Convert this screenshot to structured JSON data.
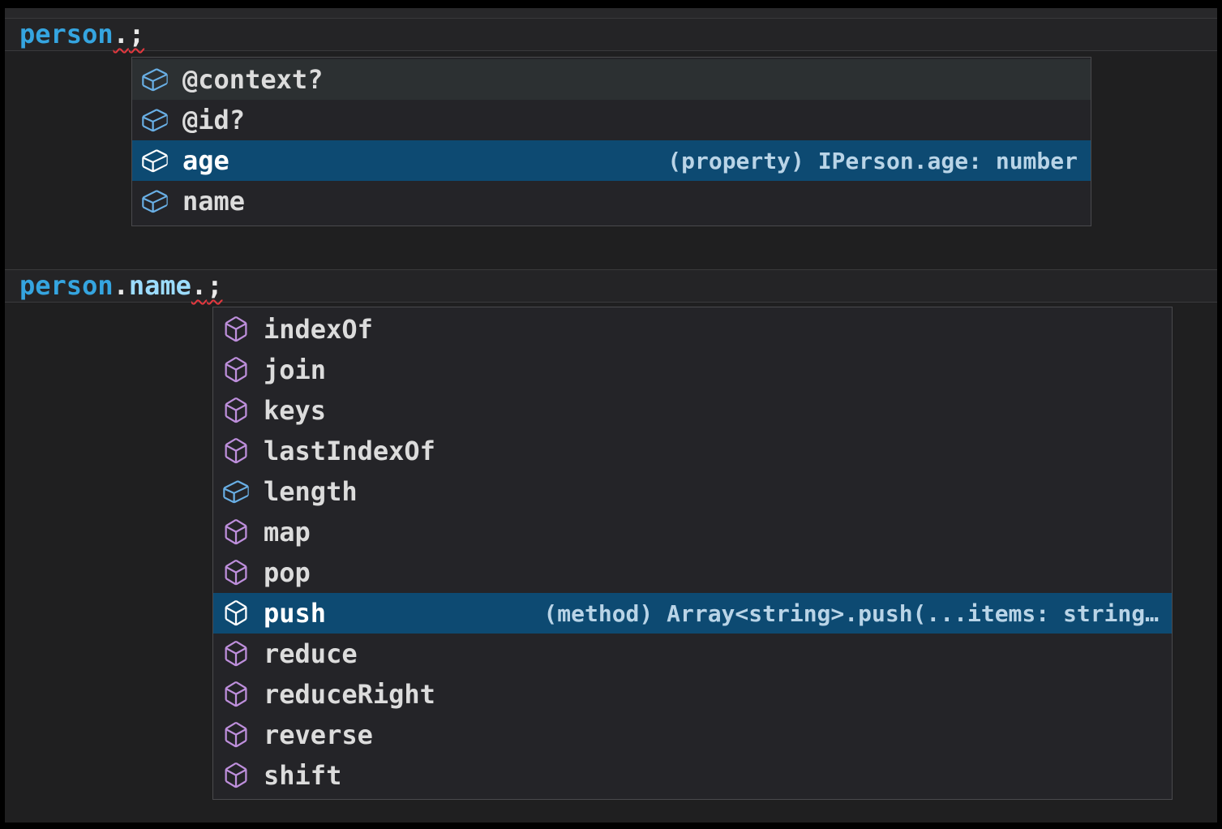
{
  "editor": {
    "code_lines": [
      {
        "name": "line-1",
        "tokens": [
          {
            "text": "person",
            "style": "variable",
            "squiggle": false
          },
          {
            "text": ".",
            "style": "punctuation",
            "squiggle": true
          },
          {
            "text": ";",
            "style": "punctuation",
            "squiggle": true
          }
        ]
      },
      {
        "name": "line-2",
        "tokens": [
          {
            "text": "person",
            "style": "variable",
            "squiggle": false
          },
          {
            "text": ".",
            "style": "punctuation",
            "squiggle": false
          },
          {
            "text": "name",
            "style": "property",
            "squiggle": false
          },
          {
            "text": ".",
            "style": "punctuation",
            "squiggle": true
          },
          {
            "text": ";",
            "style": "punctuation",
            "squiggle": true
          }
        ]
      }
    ]
  },
  "suggest_widgets": [
    {
      "name": "person-member-suggestions",
      "items": [
        {
          "label": "@context?",
          "icon": "symbol-field",
          "state": "hovered",
          "detail": ""
        },
        {
          "label": "@id?",
          "icon": "symbol-field",
          "state": "normal",
          "detail": ""
        },
        {
          "label": "age",
          "icon": "symbol-field",
          "state": "selected",
          "detail": "(property) IPerson.age: number"
        },
        {
          "label": "name",
          "icon": "symbol-field",
          "state": "normal",
          "detail": ""
        }
      ]
    },
    {
      "name": "string-member-suggestions",
      "items": [
        {
          "label": "indexOf",
          "icon": "symbol-method",
          "state": "normal",
          "detail": ""
        },
        {
          "label": "join",
          "icon": "symbol-method",
          "state": "normal",
          "detail": ""
        },
        {
          "label": "keys",
          "icon": "symbol-method",
          "state": "normal",
          "detail": ""
        },
        {
          "label": "lastIndexOf",
          "icon": "symbol-method",
          "state": "normal",
          "detail": ""
        },
        {
          "label": "length",
          "icon": "symbol-field",
          "state": "normal",
          "detail": ""
        },
        {
          "label": "map",
          "icon": "symbol-method",
          "state": "normal",
          "detail": ""
        },
        {
          "label": "pop",
          "icon": "symbol-method",
          "state": "normal",
          "detail": ""
        },
        {
          "label": "push",
          "icon": "symbol-method",
          "state": "selected",
          "detail": "(method) Array<string>.push(...items: string…"
        },
        {
          "label": "reduce",
          "icon": "symbol-method",
          "state": "normal",
          "detail": ""
        },
        {
          "label": "reduceRight",
          "icon": "symbol-method",
          "state": "normal",
          "detail": ""
        },
        {
          "label": "reverse",
          "icon": "symbol-method",
          "state": "normal",
          "detail": ""
        },
        {
          "label": "shift",
          "icon": "symbol-method",
          "state": "normal",
          "detail": ""
        }
      ]
    }
  ],
  "colors": {
    "editor_bg": "#1F1F20",
    "top_strip_bg": "#28282A",
    "widget_bg": "#242428",
    "widget_border": "#4A4A4D",
    "row_hover_bg": "#2C3032",
    "row_selected_bg": "#0D4A72",
    "icon_blue": "#69AFE5",
    "icon_purple": "#BE8FDC",
    "icon_selected": "#FFFFFF",
    "label": "#DCDCDC",
    "label_selected": "#FFFFFF",
    "detail": "#B9D4E7",
    "token_variable": "#35A5E0",
    "token_property": "#9CDCFE",
    "token_punctuation": "#E9E9E9",
    "squiggle": "#E3383E",
    "line_highlight_border": "#3A3A3C",
    "line_highlight_bg": "#242426"
  }
}
